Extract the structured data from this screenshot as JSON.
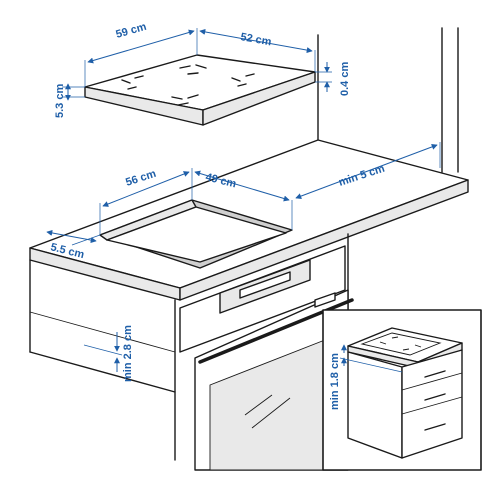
{
  "labels": {
    "hob_width": "59 cm",
    "hob_depth": "52 cm",
    "hob_height": "5.3 cm",
    "hob_lip": "0.4 cm",
    "cutout_width": "56 cm",
    "cutout_depth": "49 cm",
    "wall_clearance": "min 5 cm",
    "front_edge": "5.5 cm",
    "top_thickness": "min 2.8 cm",
    "drawer_clearance": "min 1.8 cm"
  },
  "colors": {
    "dimension": "#1f5fa8",
    "line": "#1a1a1a"
  }
}
